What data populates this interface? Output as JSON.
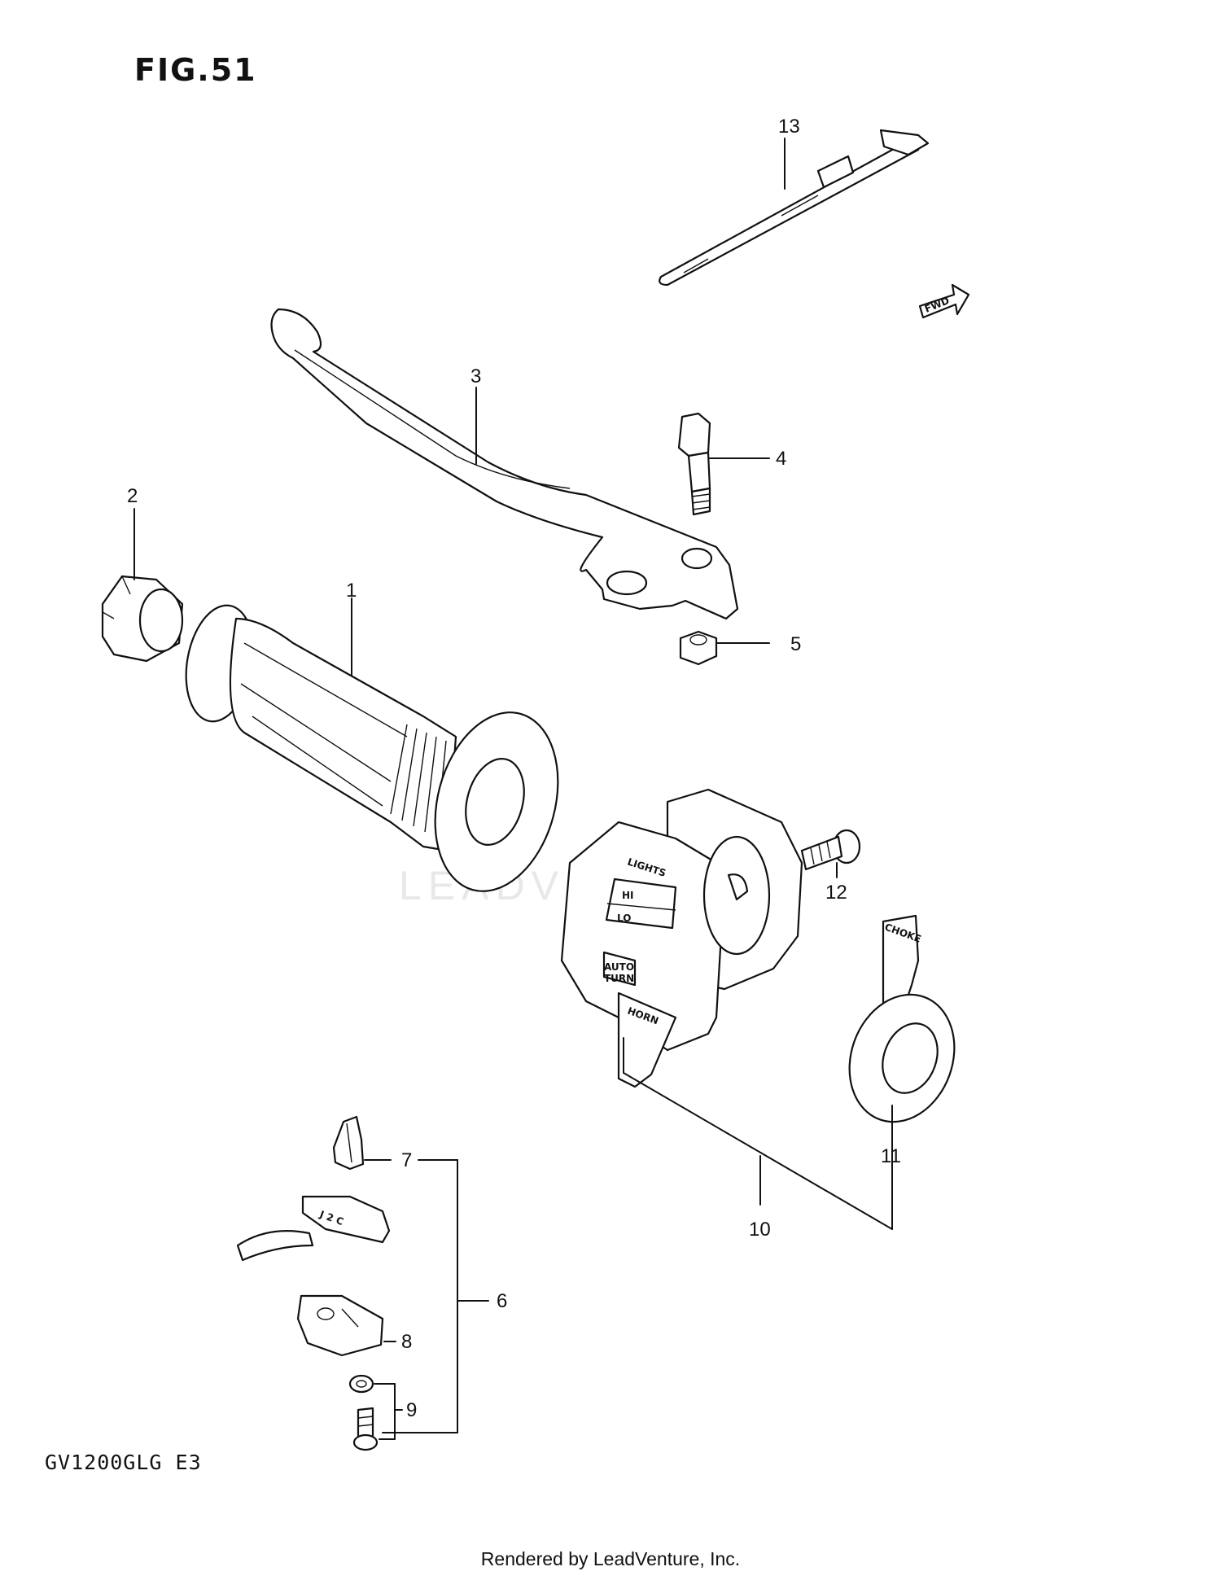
{
  "figure_title": "FIG.51",
  "model_code": "GV1200GLG  E3",
  "footer": "Rendered by LeadVenture, Inc.",
  "watermark": "LEADVENTURE",
  "fwd_label": "FWD",
  "switch_labels": {
    "lights": "LIGHTS",
    "hi": "HI",
    "lo": "LO",
    "auto": "AUTO",
    "turn": "TURN",
    "horn": "HORN",
    "choke": "CHOKE"
  },
  "callouts": [
    "1",
    "2",
    "3",
    "4",
    "5",
    "6",
    "7",
    "8",
    "9",
    "10",
    "11",
    "12",
    "13"
  ]
}
